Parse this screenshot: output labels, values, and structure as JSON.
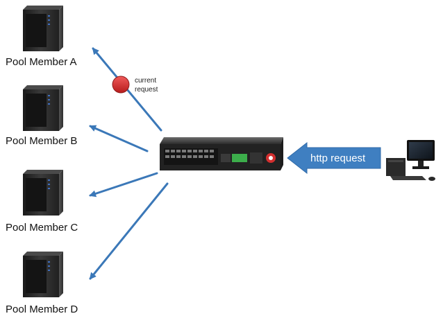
{
  "pool_members": [
    {
      "label": "Pool Member A"
    },
    {
      "label": "Pool Member B"
    },
    {
      "label": "Pool Member C"
    },
    {
      "label": "Pool Member D"
    }
  ],
  "current_request": {
    "line1": "current",
    "line2": "request",
    "color": "#d32f2f"
  },
  "http_request": {
    "label": "http request",
    "color": "#3f7fc1"
  },
  "connector_color": "#3b78b8",
  "icons": {
    "server": "server-tower-icon",
    "load_balancer": "load-balancer-appliance-icon",
    "client": "desktop-computer-icon"
  }
}
